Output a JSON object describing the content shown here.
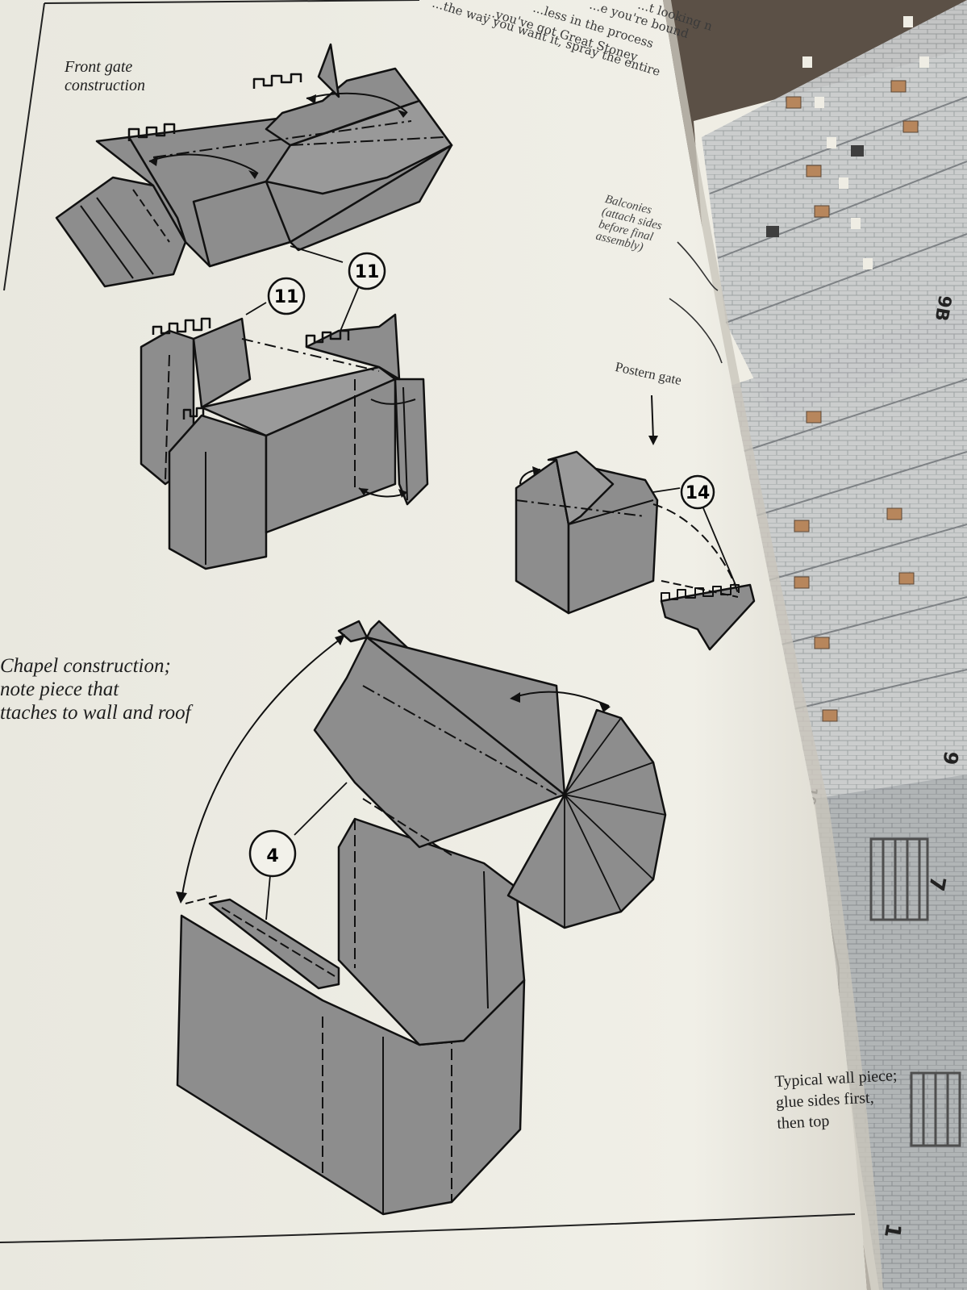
{
  "captions": {
    "front_gate": [
      "Front gate",
      "construction"
    ],
    "balconies": [
      "Balconies",
      "(attach sides",
      "before final",
      "assembly)"
    ],
    "postern_gate": "Postern gate",
    "chapel": [
      "Chapel construction;",
      "note piece that",
      "ttaches to wall and roof"
    ],
    "typical_wall": [
      "Typical wall piece;",
      "glue sides first,",
      "then top"
    ]
  },
  "top_text": [
    "...t looking n",
    "...e you're bound",
    "...less in the process",
    "...you've got Great Stoney",
    "...the way you want it, spray the entire"
  ],
  "callouts": {
    "front_gate_a": "11",
    "front_gate_b": "11",
    "postern": "14",
    "chapel": "4"
  },
  "sheet_numbers": [
    "9B",
    "9",
    "10",
    "7",
    "1"
  ],
  "colors": {
    "page": "#eeeee6",
    "panel_gray": "#8d8d8d",
    "ink": "#111111",
    "table": "#5b5046",
    "sheet_stone": "#c7c9ca",
    "window_brown": "#b7865c"
  }
}
